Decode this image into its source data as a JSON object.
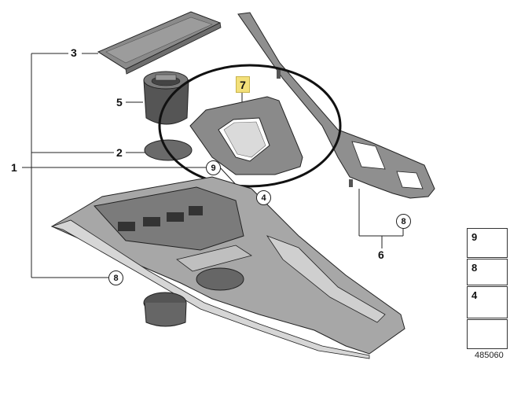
{
  "callouts": {
    "c1": "1",
    "c2": "2",
    "c3": "3",
    "c5": "5",
    "c6": "6",
    "c7": "7",
    "circle_9": "9",
    "circle_4": "4",
    "circle_8_left": "8",
    "circle_8_right": "8"
  },
  "legend": {
    "items": [
      {
        "number": "9",
        "icon": "clip-icon"
      },
      {
        "number": "8",
        "icon": "clip-nut-icon"
      },
      {
        "number": "4",
        "icon": "screw-icon"
      },
      {
        "number": "",
        "icon": "assembly-arrow-icon"
      }
    ]
  },
  "diagram_id": "485060",
  "colors": {
    "part_fill": "#bdbdbd",
    "part_dark": "#7a7a7a",
    "outline": "#222222",
    "highlight": "#f3e07a"
  }
}
